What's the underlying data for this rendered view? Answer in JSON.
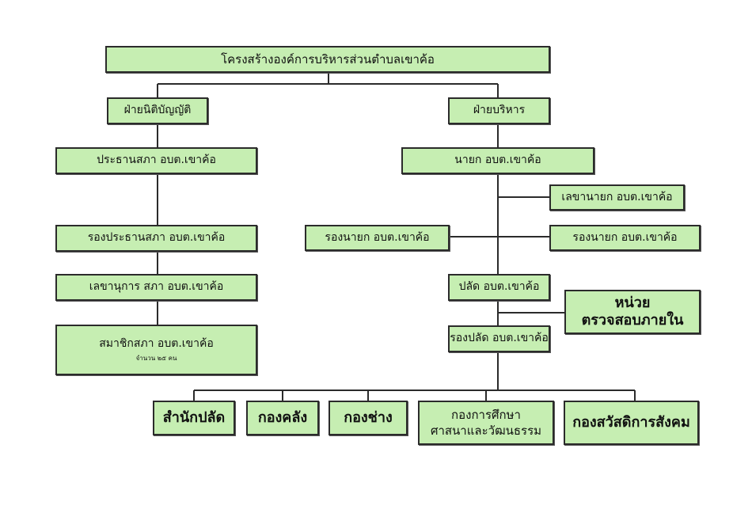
{
  "org_chart": {
    "title": "โครงสร้างองค์การบริหารส่วนตำบลเขาค้อ",
    "legislative": {
      "branch": "ฝ่ายนิติบัญญัติ",
      "chairman": "ประธานสภา อบต.เขาค้อ",
      "vice_chairman": "รองประธานสภา อบต.เขาค้อ",
      "secretary": "เลขานุการ สภา อบต.เขาค้อ",
      "members": "สมาชิกสภา อบต.เขาค้อ",
      "members_count": "จำนวน ๒๕ คน"
    },
    "executive": {
      "branch": "ฝ่ายบริหาร",
      "mayor": "นายก อบต.เขาค้อ",
      "mayor_secretary": "เลขานายก อบต.เขาค้อ",
      "deputy_mayor_left": "รองนายก อบต.เขาค้อ",
      "deputy_mayor_right": "รองนายก อบต.เขาค้อ",
      "chief_administrator": "ปลัด อบต.เขาค้อ",
      "internal_audit_line1": "หน่วย",
      "internal_audit_line2": "ตรวจสอบภายใน",
      "deputy_chief_administrator": "รองปลัด อบต.เขาค้อ"
    },
    "departments": {
      "office": "สำนักปลัด",
      "finance": "กองคลัง",
      "engineering": "กองช่าง",
      "education_line1": "กองการศึกษา",
      "education_line2": "ศาสนาและวัฒนธรรม",
      "welfare": "กองสวัสดิการสังคม"
    }
  }
}
